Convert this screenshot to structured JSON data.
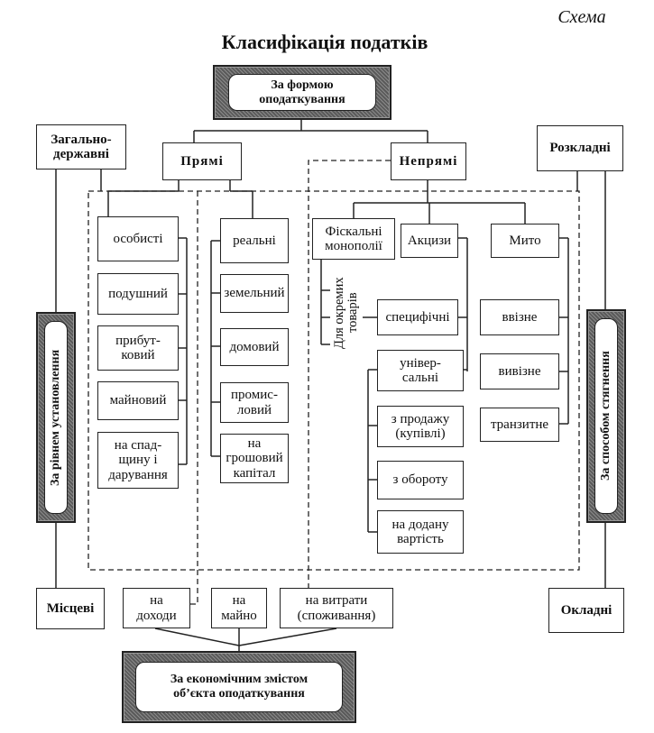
{
  "header": {
    "label": "Схема",
    "title": "Класифікація податків"
  },
  "criteria": {
    "form": "За формою\nоподаткування",
    "level": "За рівнем установлення",
    "method": "За способом стягнення",
    "economic": "За економічним змістом\nоб’єкта оподаткування"
  },
  "levels": {
    "national": "Загально-\nдержавні",
    "local": "Місцеві"
  },
  "methods": {
    "distributive": "Розкладні",
    "fixed": "Окладні"
  },
  "form_types": {
    "direct": "Прямі",
    "indirect": "Непрямі"
  },
  "direct": {
    "personal": "особисті",
    "personal_items": [
      "подушний",
      "прибут-\nковий",
      "майновий",
      "на спад-\nщину і\nдарування"
    ],
    "real": "реальні",
    "real_items": [
      "земельний",
      "домовий",
      "промис-\nловий",
      "на\nгрошовий\nкапітал"
    ]
  },
  "indirect": {
    "fiscal_monopolies": "Фіскальні\nмонополії",
    "excises": "Акцизи",
    "customs": "Мито",
    "specific_goods_label": "Для окремих\nтоварів",
    "specific": "специфічні",
    "universal": "універ-\nсальні",
    "universal_items": [
      "з продажу\n(купівлі)",
      "з обороту",
      "на додану\nвартість"
    ],
    "customs_items": [
      "ввізне",
      "вивізне",
      "транзитне"
    ]
  },
  "economic_types": [
    "на\nдоходи",
    "на\nмайно",
    "на витрати\n(споживання)"
  ]
}
